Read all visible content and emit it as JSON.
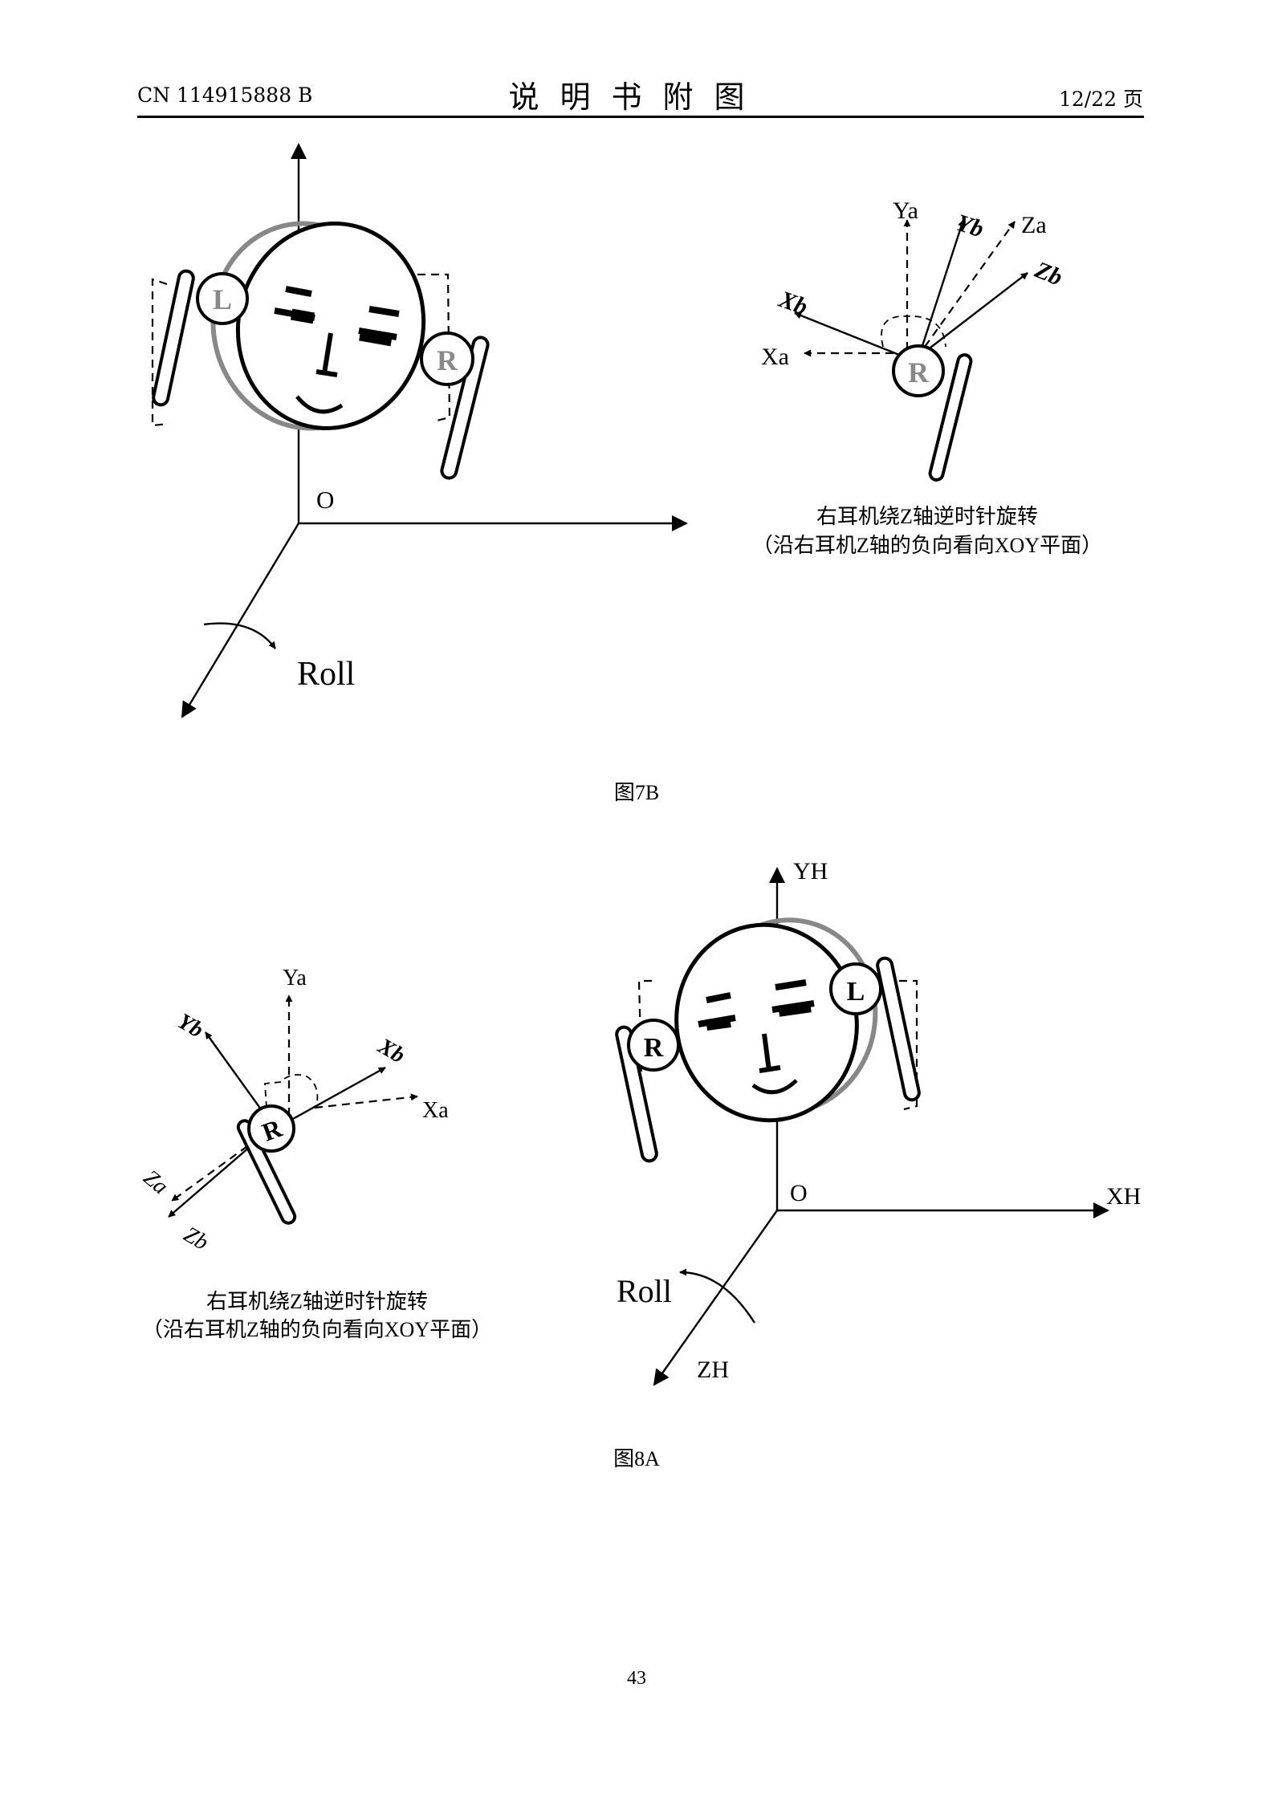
{
  "header": {
    "doc_number": "CN 114915888 B",
    "title": "说明书附图",
    "page_of": "12/22 页"
  },
  "fig7b": {
    "caption": "图7B",
    "origin_label": "O",
    "roll_label": "Roll",
    "ear_left_letter": "L",
    "ear_right_letter": "R",
    "inset_ear_letter": "R",
    "axis_ya": "Ya",
    "axis_yb": "Yb",
    "axis_za": "Za",
    "axis_zb": "Zb",
    "axis_xb": "Xb",
    "axis_xa": "Xa",
    "note_line1": "右耳机绕Z轴逆时针旋转",
    "note_line2": "（沿右耳机Z轴的负向看向XOY平面）"
  },
  "fig8a": {
    "caption": "图8A",
    "origin_label": "O",
    "roll_label": "Roll",
    "axis_yh": "YH",
    "axis_xh": "XH",
    "axis_zh": "ZH",
    "ear_left_letter": "L",
    "ear_right_letter": "R",
    "inset_ear_letter": "R",
    "axis_ya": "Ya",
    "axis_yb": "Yb",
    "axis_xb": "Xb",
    "axis_xa": "Xa",
    "axis_za": "Za",
    "axis_zb": "Zb",
    "note_line1": "右耳机绕Z轴逆时针旋转",
    "note_line2": "（沿右耳机Z轴的负向看向XOY平面）"
  },
  "footer": {
    "page_number": "43"
  }
}
